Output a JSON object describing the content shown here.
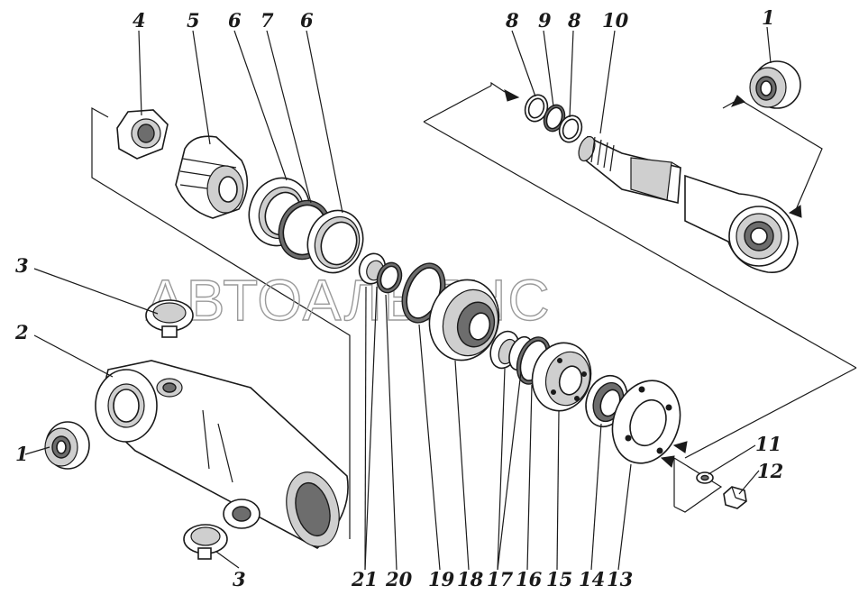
{
  "watermark": "АВТОАЛЬЯНС",
  "callouts": {
    "c1a": "1",
    "c1b": "1",
    "c2": "2",
    "c3a": "3",
    "c3b": "3",
    "c4": "4",
    "c5": "5",
    "c6a": "6",
    "c6b": "6",
    "c7": "7",
    "c8a": "8",
    "c8b": "8",
    "c9": "9",
    "c10": "10",
    "c11": "11",
    "c12": "12",
    "c13": "13",
    "c14": "14",
    "c15": "15",
    "c16": "16",
    "c17": "17",
    "c18": "18",
    "c19": "19",
    "c20": "20",
    "c21": "21"
  }
}
